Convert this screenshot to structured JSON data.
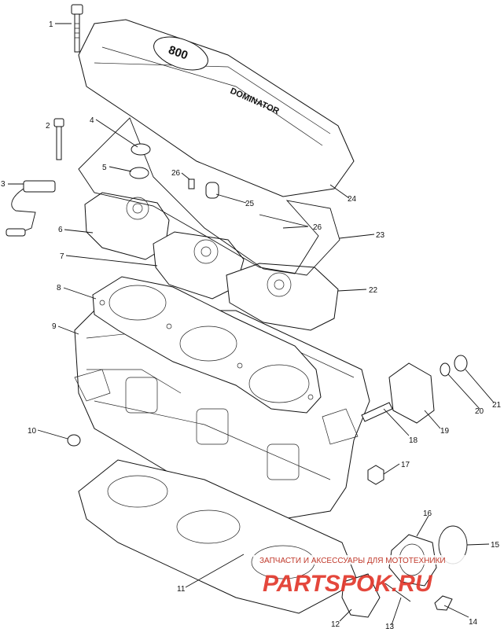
{
  "engine": {
    "cover_badge": "800",
    "cover_brand": "DOMINATOR"
  },
  "watermark": {
    "caption": "ЗАПЧАСТИ И АКСЕССУАРЫ ДЛЯ МОТОТЕХНИКИ",
    "logo": "PARTSPOK.RU",
    "color": "#e2382c"
  },
  "callouts": [
    "1",
    "2",
    "3",
    "4",
    "5",
    "6",
    "7",
    "8",
    "9",
    "10",
    "11",
    "12",
    "13",
    "14",
    "15",
    "16",
    "17",
    "18",
    "19",
    "20",
    "21",
    "22",
    "23",
    "24",
    "25",
    "26",
    "26"
  ]
}
